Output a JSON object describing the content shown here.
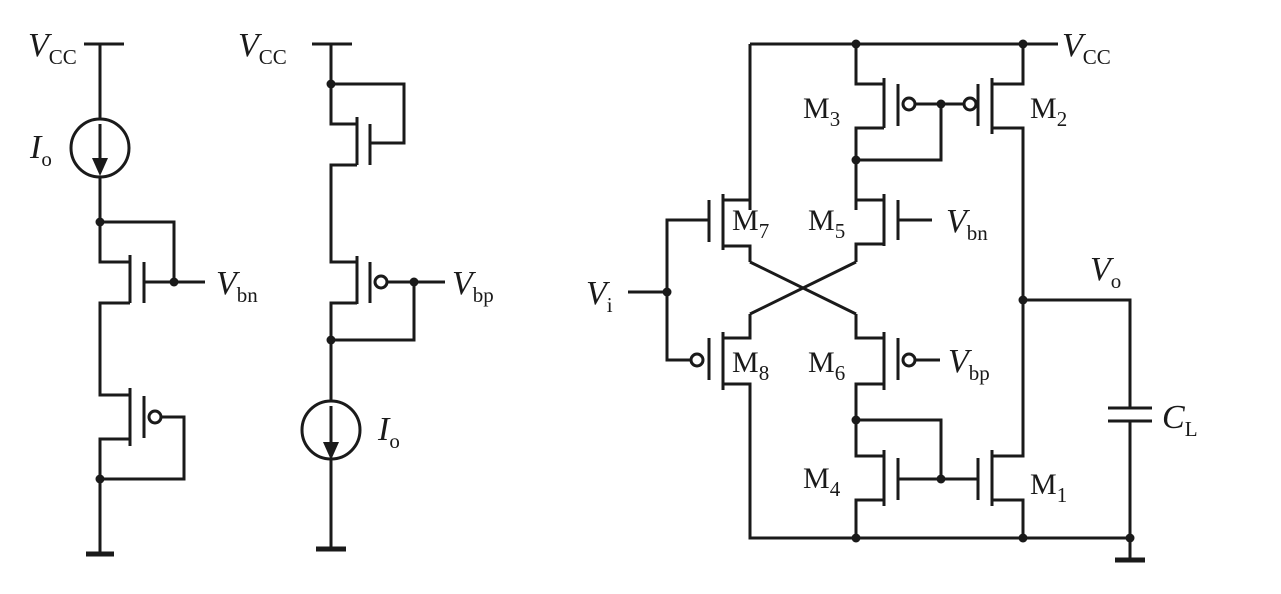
{
  "diagram": {
    "left_bias_n": {
      "supply": {
        "main": "V",
        "sub": "CC"
      },
      "source": {
        "main": "I",
        "sub": "o"
      },
      "output": {
        "main": "V",
        "sub": "bn"
      }
    },
    "left_bias_p": {
      "supply": {
        "main": "V",
        "sub": "CC"
      },
      "output": {
        "main": "V",
        "sub": "bp"
      },
      "source": {
        "main": "I",
        "sub": "o"
      }
    },
    "amplifier": {
      "supply": {
        "main": "V",
        "sub": "CC"
      },
      "input": {
        "main": "V",
        "sub": "i"
      },
      "output": {
        "main": "V",
        "sub": "o"
      },
      "load_cap": {
        "main": "C",
        "sub": "L"
      },
      "bias_n": {
        "main": "V",
        "sub": "bn"
      },
      "bias_p": {
        "main": "V",
        "sub": "bp"
      },
      "transistors": [
        {
          "main": "M",
          "sub": "1"
        },
        {
          "main": "M",
          "sub": "2"
        },
        {
          "main": "M",
          "sub": "3"
        },
        {
          "main": "M",
          "sub": "4"
        },
        {
          "main": "M",
          "sub": "5"
        },
        {
          "main": "M",
          "sub": "6"
        },
        {
          "main": "M",
          "sub": "7"
        },
        {
          "main": "M",
          "sub": "8"
        }
      ]
    }
  }
}
